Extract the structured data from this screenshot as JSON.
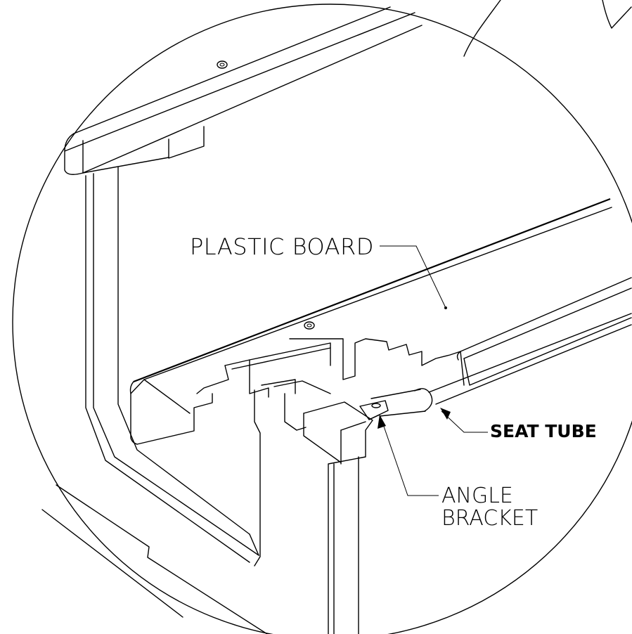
{
  "labels": {
    "plastic_board": "PLASTIC BOARD",
    "seat_tube": "SEAT TUBE",
    "angle_bracket": "ANGLE BRACKET"
  }
}
